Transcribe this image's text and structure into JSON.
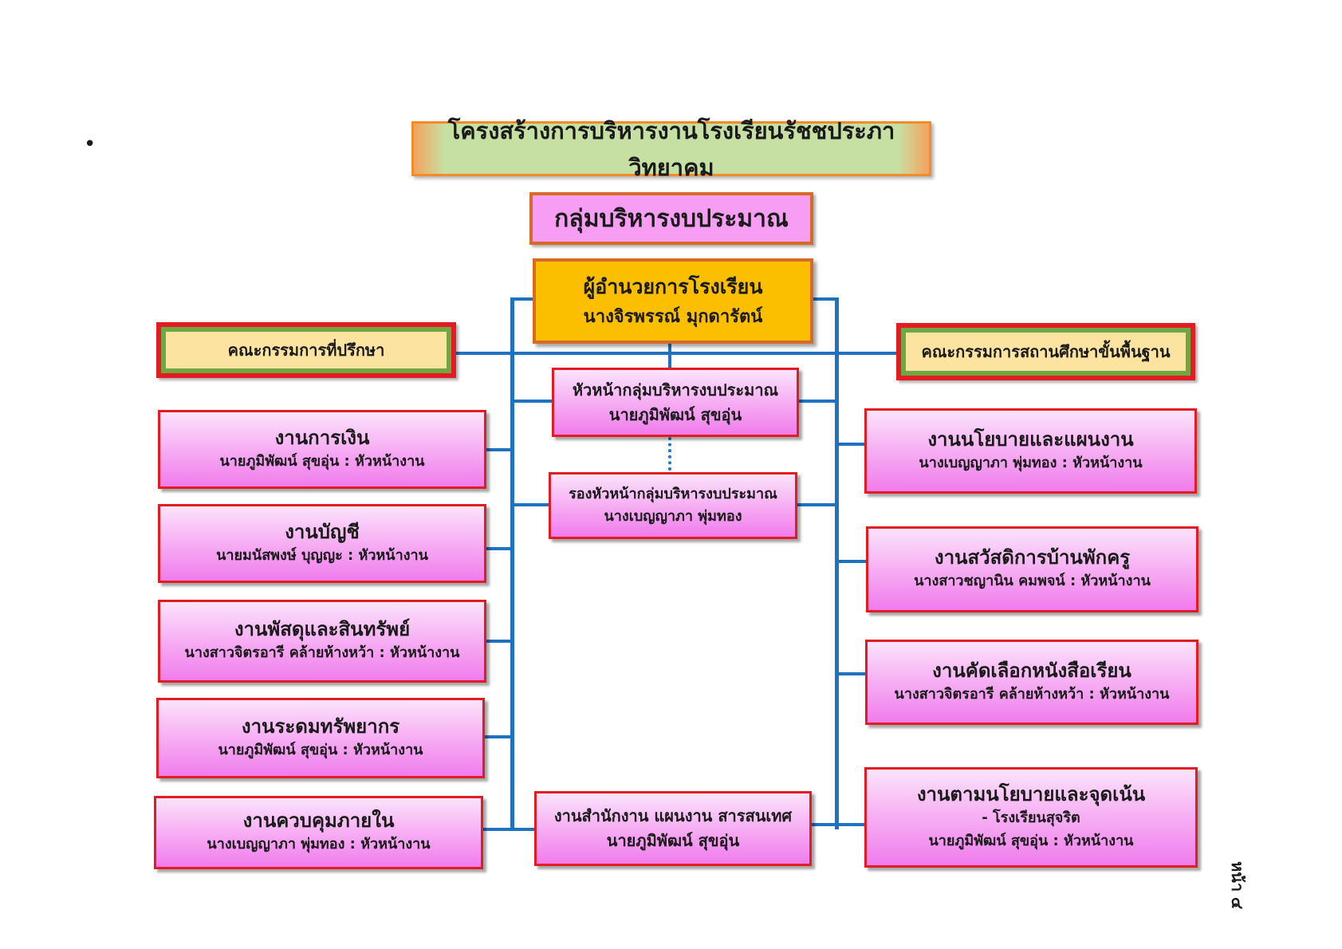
{
  "bullet": "•",
  "title": "โครงสร้างการบริหารงานโรงเรียนรัชชประภาวิทยาคม",
  "group_name": "กลุ่มบริหารงบประมาณ",
  "director": {
    "role": "ผู้อำนวยการโรงเรียน",
    "name": "นางจิรพรรณ์  มุกดารัตน์"
  },
  "committees": {
    "left": "คณะกรรมการที่ปรึกษา",
    "right": "คณะกรรมการสถานศึกษาขั้นพื้นฐาน"
  },
  "center": {
    "head": {
      "role": "หัวหน้ากลุ่มบริหารงบประมาณ",
      "name": "นายภูมิพัฒน์  สุขอุ่น"
    },
    "deputy": {
      "role": "รองหัวหน้ากลุ่มบริหารงบประมาณ",
      "name": "นางเบญญาภา  พุ่มทอง"
    },
    "office": {
      "role": "งานสำนักงาน แผนงาน สารสนเทศ",
      "name": "นายภูมิพัฒน์  สุขอุ่น"
    }
  },
  "left_units": [
    {
      "title": "งานการเงิน",
      "person": "นายภูมิพัฒน์  สุขอุ่น  : หัวหน้างาน"
    },
    {
      "title": "งานบัญชี",
      "person": "นายมนัสพงษ์  บุญญะ  :  หัวหน้างาน"
    },
    {
      "title": "งานพัสดุและสินทรัพย์",
      "person": "นางสาวจิตรอารี  คล้ายห้างหว้า : หัวหน้างาน"
    },
    {
      "title": "งานระดมทรัพยากร",
      "person": "นายภูมิพัฒน์  สุขอุ่น  :  หัวหน้างาน"
    },
    {
      "title": "งานควบคุมภายใน",
      "person": "นางเบญญาภา  พุ่มทอง  :  หัวหน้างาน"
    }
  ],
  "right_units": [
    {
      "title": "งานนโยบายและแผนงาน",
      "person": "นางเบญญาภา  พุ่มทอง  :  หัวหน้างาน"
    },
    {
      "title": "งานสวัสดิการบ้านพักครู",
      "person": "นางสาวชญานิน คมพจน์  :  หัวหน้างาน"
    },
    {
      "title": "งานคัดเลือกหนังสือเรียน",
      "person": "นางสาวจิตรอารี  คล้ายห้างหว้า : หัวหน้างาน"
    },
    {
      "title": "งานตามนโยบายและจุดเน้น",
      "sub": "- โรงเรียนสุจริต",
      "person": "นายภูมิพัฒน์  สุขอุ่น  :  หัวหน้างาน"
    }
  ],
  "page_number": "หน้า ๔"
}
